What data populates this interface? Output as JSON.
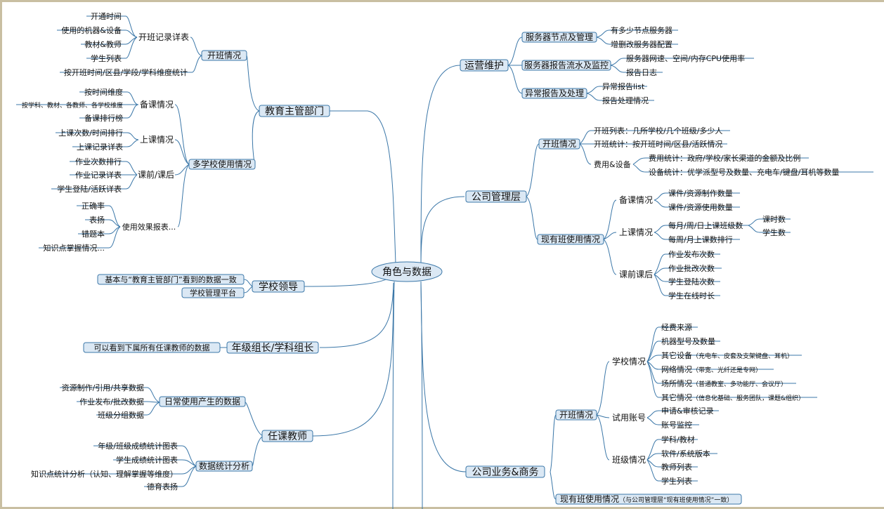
{
  "center": "角色与数据",
  "left": {
    "edu": {
      "label": "教育主管部门",
      "kaiban": {
        "label": "开班情况",
        "record": {
          "label": "开班记录详表",
          "items": [
            "开通时间",
            "使用的机器&设备",
            "教材&教师",
            "学生列表"
          ]
        },
        "stat": "按开班时间/区县/学段/学科维度统计"
      },
      "multi": {
        "label": "多学校使用情况",
        "beike": {
          "label": "备课情况",
          "items": [
            "按时间维度",
            "按学科、教材、各教师、各学校维度",
            "备课排行榜"
          ]
        },
        "shangke": {
          "label": "上课情况",
          "items": [
            "上课次数/时间排行",
            "上课记录详表"
          ]
        },
        "kehou": {
          "label": "课前/课后",
          "items": [
            "作业次数排行",
            "作业记录详表",
            "学生登陆/活跃详表"
          ]
        },
        "effect": {
          "label": "使用效果报表...",
          "items": [
            "正确率",
            "表扬",
            "错题本",
            "知识点掌握情况..."
          ]
        }
      }
    },
    "school": {
      "label": "学校领导",
      "items": [
        "基本与“教育主管部门”看到的数据一致",
        "学校管理平台"
      ]
    },
    "grade": {
      "label": "年级组长/学科组长",
      "items": [
        "可以看到下属所有任课教师的数据"
      ]
    },
    "teacher": {
      "label": "任课教师",
      "daily": {
        "label": "日常使用产生的数据",
        "items": [
          "资源制作/引用/共享数据",
          "作业发布/批改数据",
          "班级分组数据"
        ]
      },
      "analysis": {
        "label": "数据统计分析",
        "items": [
          "年级/班级成绩统计图表",
          "学生成绩统计图表",
          "知识点统计分析（认知、理解掌握等维度）",
          "德育表扬"
        ]
      }
    }
  },
  "right": {
    "ops": {
      "label": "运营维护",
      "node": {
        "label": "服务器节点及管理",
        "items": [
          "有多少节点服务器",
          "增删改服务器配置"
        ]
      },
      "report": {
        "label": "服务器报告流水及监控",
        "items": [
          "服务器网速、空间/内存CPU使用率",
          "报告日志"
        ]
      },
      "abnormal": {
        "label": "异常报告及处理",
        "items": [
          "异常报告list",
          "报告处理情况"
        ]
      }
    },
    "company": {
      "label": "公司管理层",
      "kaiban": {
        "label": "开班情况",
        "list": "开班列表：几所学校/几个班级/多少人",
        "stat": "开班统计：按开班时间/区县/活跃情况",
        "fee": {
          "label": "费用&设备",
          "items": [
            "费用统计：政府/学校/家长渠道的金额及比例",
            "设备统计：优学派型号及数量、充电车/键盘/耳机等数量"
          ]
        }
      },
      "current": {
        "label": "现有班使用情况",
        "beike": {
          "label": "备课情况",
          "items": [
            "课件/资源制作数量",
            "课件/资源使用数量"
          ]
        },
        "shangke": {
          "label": "上课情况",
          "items": [
            "每月/周/日上课班级数",
            "每周/月上课数排行"
          ],
          "sub": [
            "课时数",
            "学生数"
          ]
        },
        "kehou": {
          "label": "课前课后",
          "items": [
            "作业发布次数",
            "作业批改次数",
            "学生登陆次数",
            "学生在线时长"
          ]
        }
      }
    },
    "biz": {
      "label": "公司业务&商务",
      "kaiban": {
        "label": "开班情况",
        "school": {
          "label": "学校情况",
          "items": [
            {
              "main": "经费来源",
              "note": ""
            },
            {
              "main": "机器型号及数量",
              "note": ""
            },
            {
              "main": "其它设备",
              "note": "（充电车、皮套及支架键盘、耳机）"
            },
            {
              "main": "网络情况",
              "note": "（带宽、光纤还是专网）"
            },
            {
              "main": "场所情况",
              "note": "（普通教室、多功能厅、会议厅）"
            },
            {
              "main": "其它情况",
              "note": "（信息化基础、服务团队，课题&组织）"
            }
          ]
        },
        "trial": {
          "label": "试用账号",
          "items": [
            "申请&审核记录",
            "账号监控"
          ]
        },
        "class": {
          "label": "班级情况",
          "items": [
            "学科/教材",
            "软件/系统版本",
            "教师列表",
            "学生列表"
          ]
        }
      },
      "current": {
        "main": "现有班使用情况",
        "note": "（与公司管理层“现有班使用情况”一致）"
      }
    }
  }
}
